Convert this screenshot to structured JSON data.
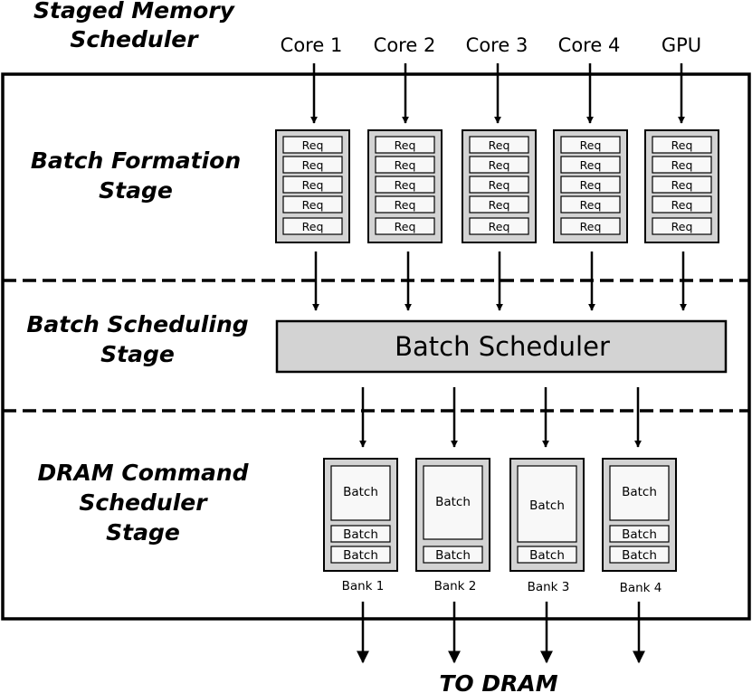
{
  "title": {
    "line1": "Staged Memory",
    "line2": "Scheduler"
  },
  "sources": [
    "Core 1",
    "Core 2",
    "Core 3",
    "Core 4",
    "GPU"
  ],
  "stages": {
    "formation": {
      "line1": "Batch Formation",
      "line2": "Stage"
    },
    "scheduling": {
      "line1": "Batch Scheduling",
      "line2": "Stage"
    },
    "dram": {
      "line1": "DRAM Command",
      "line2": "Scheduler",
      "line3": "Stage"
    }
  },
  "queue_entry_label": "Req",
  "batch_scheduler_label": "Batch Scheduler",
  "batch_label": "Batch",
  "banks": [
    "Bank 1",
    "Bank 2",
    "Bank 3",
    "Bank 4"
  ],
  "output_label": "TO DRAM",
  "colors": {
    "box_fill": "#d3d3d3",
    "slot_fill": "#f8f8f8",
    "stroke": "#000000"
  }
}
